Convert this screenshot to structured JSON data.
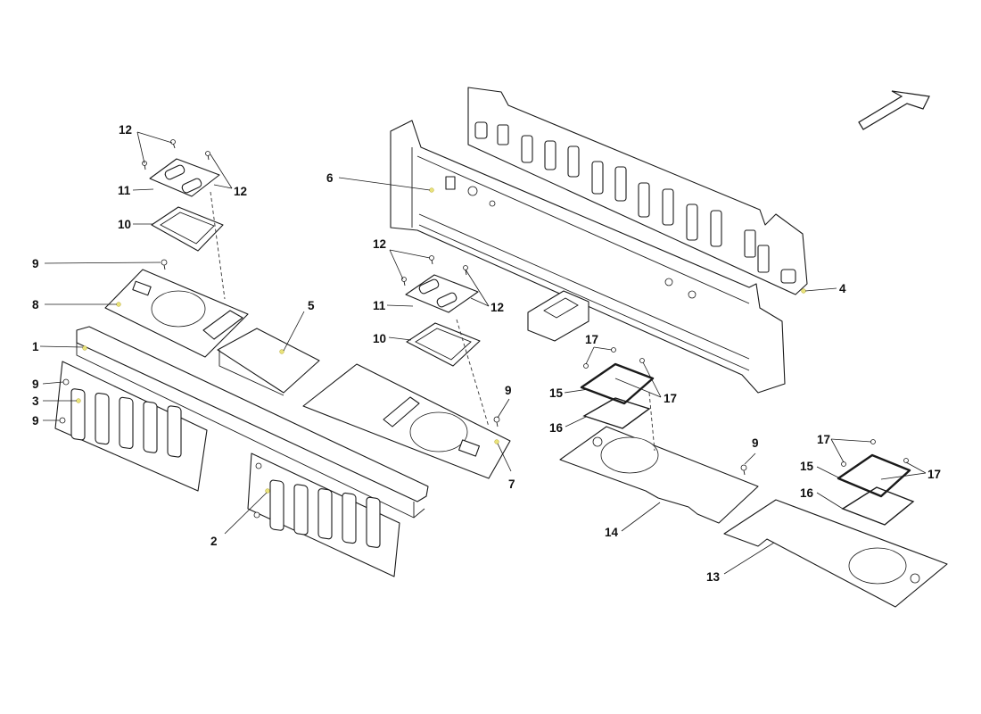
{
  "callouts": {
    "c1": "1",
    "c2": "2",
    "c3": "3",
    "c4": "4",
    "c5": "5",
    "c6": "6",
    "c7": "7",
    "c8": "8",
    "c9a": "9",
    "c9b": "9",
    "c9c": "9",
    "c9d": "9",
    "c9e": "9",
    "c10a": "10",
    "c10b": "10",
    "c11a": "11",
    "c11b": "11",
    "c12a": "12",
    "c12b": "12",
    "c12c": "12",
    "c12d": "12",
    "c13": "13",
    "c14": "14",
    "c15a": "15",
    "c15b": "15",
    "c16a": "16",
    "c16b": "16",
    "c17a": "17",
    "c17b": "17",
    "c17c": "17",
    "c17d": "17"
  },
  "direction_indicator": {
    "icon": "direction-arrow-icon"
  }
}
